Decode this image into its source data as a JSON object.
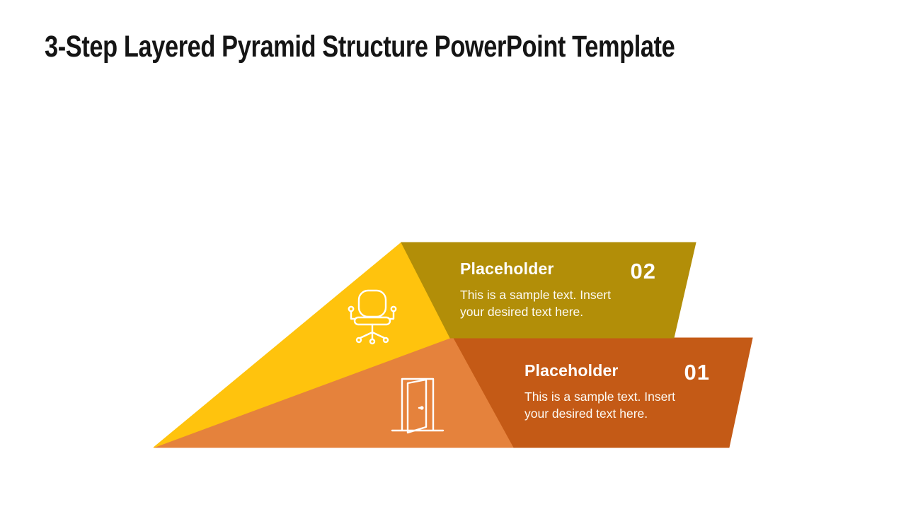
{
  "slide": {
    "title": "3-Step Layered Pyramid Structure PowerPoint Template",
    "colors": {
      "yellow": "#FFC30D",
      "gold": "#B28E08",
      "orange": "#E5823C",
      "rust": "#C45A16",
      "icon_stroke": "#FFFFFF",
      "title_text": "#151515",
      "band_text": "#FFFFFF"
    },
    "steps": [
      {
        "number": "02",
        "heading": "Placeholder",
        "body": "This is a sample text. Insert your desired text here.",
        "icon": "office-chair"
      },
      {
        "number": "01",
        "heading": "Placeholder",
        "body": "This is a sample text. Insert your desired text here.",
        "icon": "open-door"
      }
    ]
  }
}
